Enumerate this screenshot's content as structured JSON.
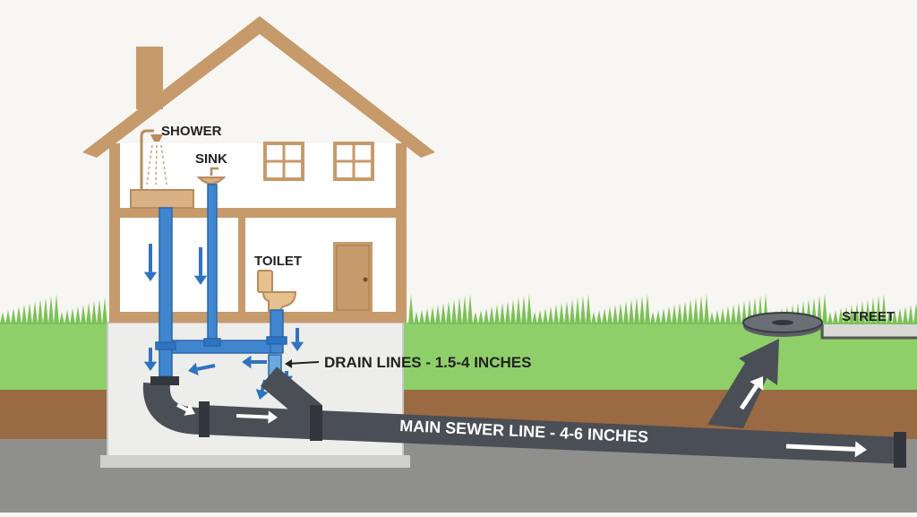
{
  "labels": {
    "shower": "SHOWER",
    "sink": "SINK",
    "toilet": "TOILET",
    "street": "STREET",
    "drain_lines": "DRAIN LINES - 1.5-4 INCHES",
    "main_sewer": "MAIN SEWER LINE - 4-6 INCHES"
  },
  "colors": {
    "sky": "#f7f6f2",
    "grass": "#8fcf6a",
    "grass_dark": "#5fa845",
    "soil": "#9a6a43",
    "soil_deep": "#8a8a88",
    "house_frame": "#c79a6b",
    "house_wall": "#ffffff",
    "foundation": "#ececea",
    "drain_pipe": "#3f86cf",
    "drain_pipe_light": "#6aa8e2",
    "sewer_pipe": "#4a4e55",
    "sewer_joint": "#33363c",
    "arrow_blue": "#2f73c2",
    "arrow_white": "#ffffff",
    "door": "#c79a6b"
  },
  "icons": [
    "shower-icon",
    "sink-icon",
    "toilet-icon",
    "window-icon",
    "door-icon",
    "cleanout-cap-icon",
    "flow-arrow-icon"
  ]
}
